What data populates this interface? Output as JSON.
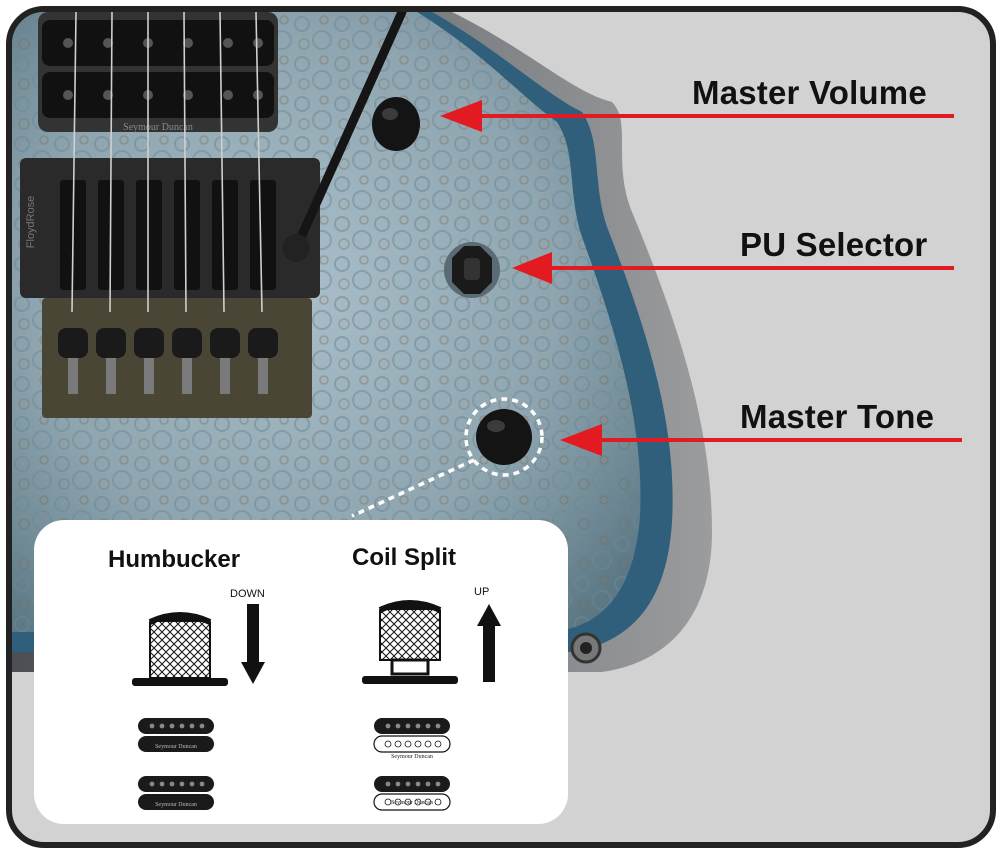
{
  "callouts": {
    "master_volume": "Master Volume",
    "pu_selector": "PU Selector",
    "master_tone": "Master Tone"
  },
  "inset": {
    "humbucker": {
      "title": "Humbucker",
      "direction": "DOWN"
    },
    "coil_split": {
      "title": "Coil Split",
      "direction": "UP"
    }
  },
  "hardware": {
    "pickup_brand": "Seymour Duncan",
    "bridge_brand": "FloydRose"
  },
  "colors": {
    "arrow": "#e21a22",
    "frame": "#222222",
    "background": "#d2d2d2",
    "body_finish": "#8fa6b1"
  }
}
